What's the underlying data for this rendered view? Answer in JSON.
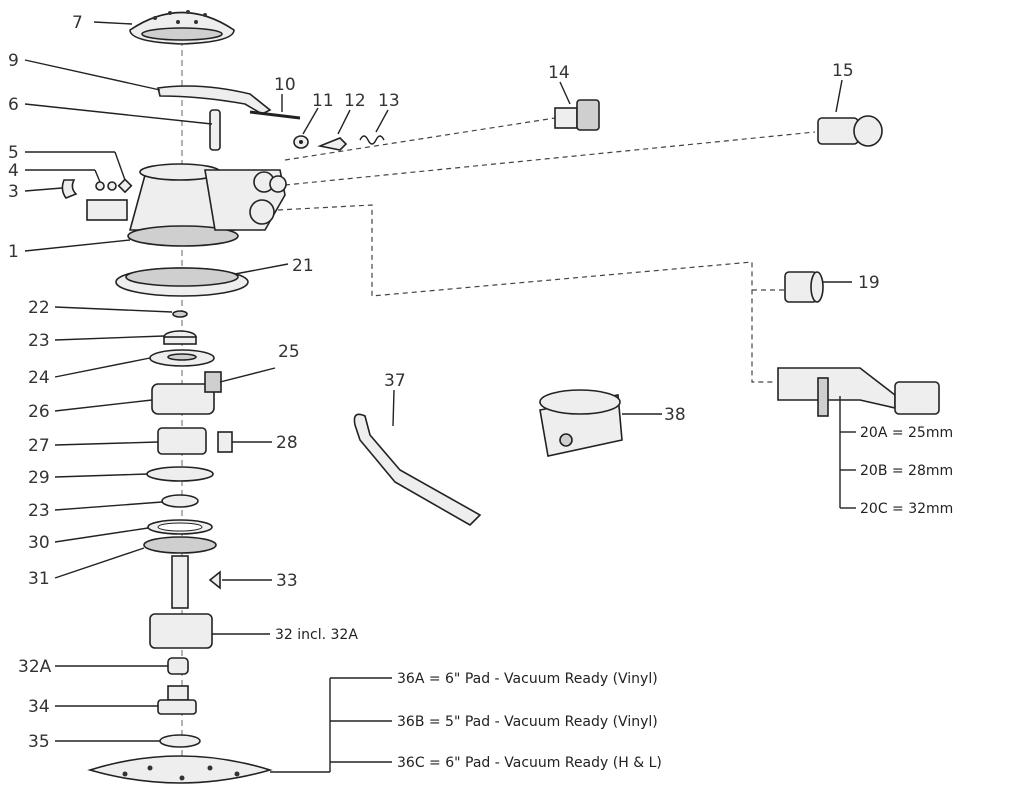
{
  "callouts": {
    "p1": "1",
    "p3": "3",
    "p4": "4",
    "p5": "5",
    "p6": "6",
    "p7": "7",
    "p9": "9",
    "p10": "10",
    "p11": "11",
    "p12": "12",
    "p13": "13",
    "p14": "14",
    "p15": "15",
    "p19": "19",
    "p21": "21",
    "p22": "22",
    "p23a": "23",
    "p23b": "23",
    "p24": "24",
    "p25": "25",
    "p26": "26",
    "p27": "27",
    "p28": "28",
    "p29": "29",
    "p30": "30",
    "p31": "31",
    "p32a": "32A",
    "p33": "33",
    "p34": "34",
    "p35": "35",
    "p37": "37",
    "p38": "38"
  },
  "notes": {
    "n20a": "20A = 25mm",
    "n20b": "20B = 28mm",
    "n20c": "20C = 32mm",
    "n32": "32 incl. 32A",
    "n36a": "36A = 6\" Pad - Vacuum Ready (Vinyl)",
    "n36b": "36B = 5\" Pad - Vacuum Ready (Vinyl)",
    "n36c": "36C = 6\" Pad - Vacuum Ready (H & L)"
  }
}
